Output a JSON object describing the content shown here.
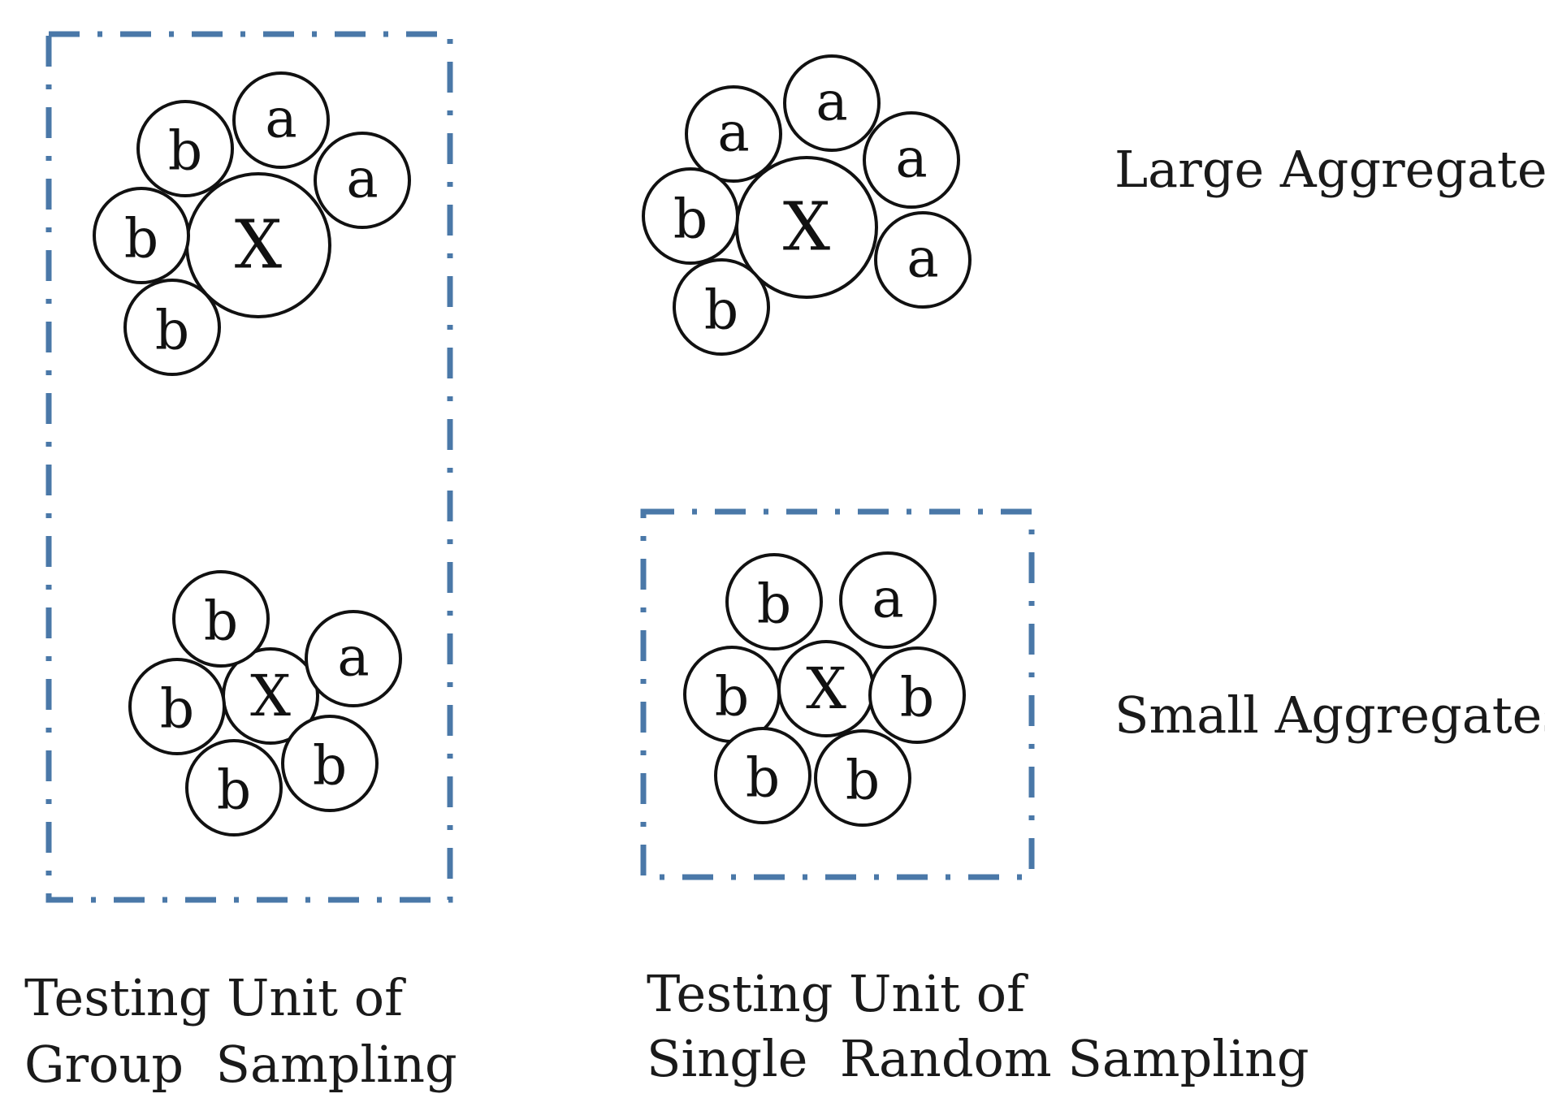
{
  "colors": {
    "box_stroke": "#4a78a8"
  },
  "labels": {
    "large_aggregates": "Large Aggregates",
    "small_aggregates": "Small Aggregates",
    "group_unit_line1": "Testing Unit of",
    "group_unit_line2": "Group  Sampling",
    "single_unit_line1": "Testing Unit of",
    "single_unit_line2": "Single  Random Sampling"
  },
  "aggregates": {
    "group_large": {
      "center": "X",
      "particles": [
        "b",
        "a",
        "a",
        "b",
        "b"
      ]
    },
    "group_small": {
      "center": "X",
      "particles": [
        "b",
        "a",
        "b",
        "b",
        "b"
      ]
    },
    "single_large": {
      "center": "X",
      "particles": [
        "a",
        "a",
        "a",
        "b",
        "a",
        "b"
      ]
    },
    "single_small": {
      "center": "X",
      "particles": [
        "b",
        "a",
        "b",
        "b",
        "b",
        "b"
      ]
    }
  }
}
